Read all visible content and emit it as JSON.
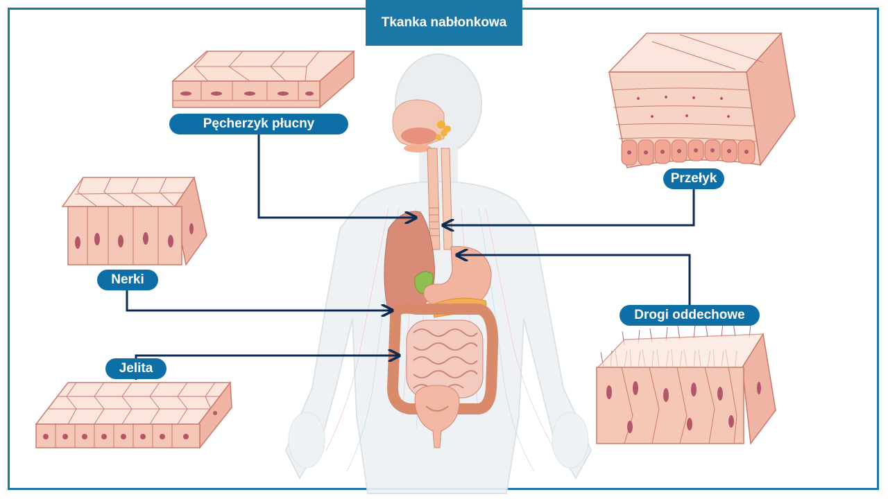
{
  "title": "Tkanka nabłonkowa",
  "labels": {
    "alveolus": "Pęcherzyk płucny",
    "esophagus": "Przełyk",
    "kidneys": "Nerki",
    "airways": "Drogi oddechowe",
    "intestines": "Jelita"
  },
  "colors": {
    "accent": "#0e6fa6",
    "frame": "#1b77a6",
    "arrow": "#0d2a55",
    "tissue": "#f4c7b6",
    "tissue_edge": "#c97a6a",
    "nucleus": "#b4566a"
  }
}
